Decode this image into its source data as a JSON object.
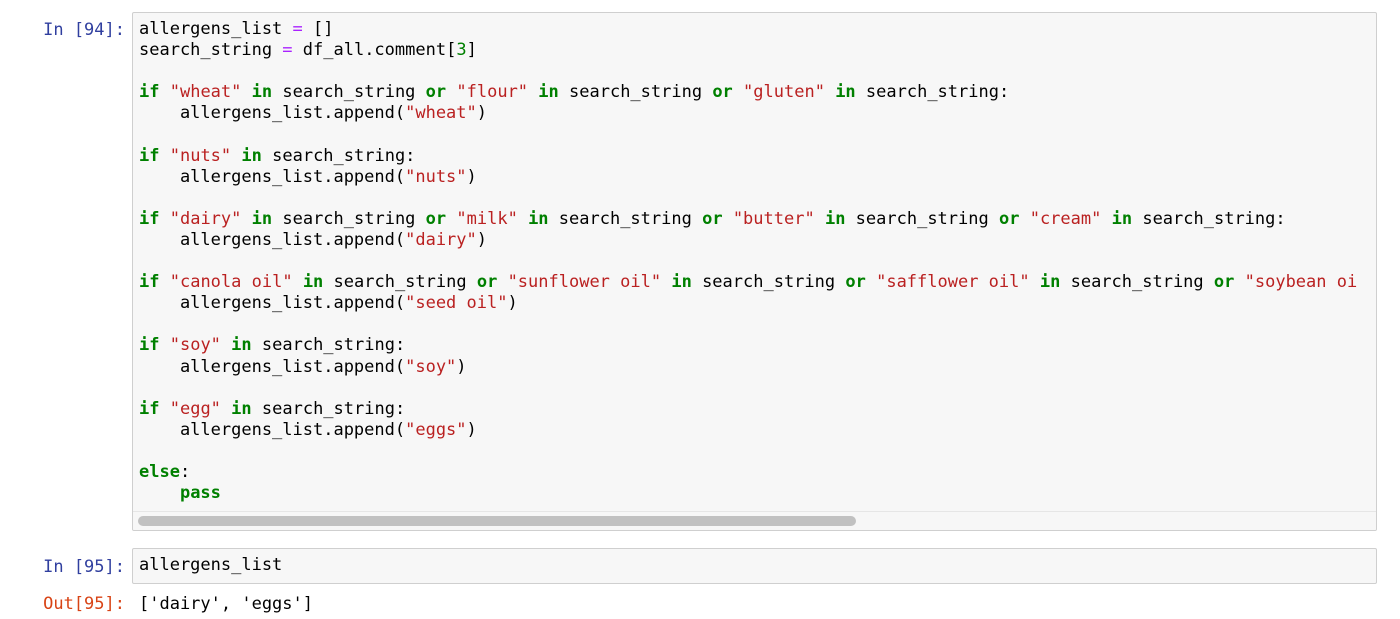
{
  "cell94": {
    "prompt": "In [94]:",
    "lines": [
      [
        {
          "t": "allergens_list "
        },
        {
          "t": "=",
          "c": "op"
        },
        {
          "t": " []"
        }
      ],
      [
        {
          "t": "search_string "
        },
        {
          "t": "=",
          "c": "op"
        },
        {
          "t": " df_all.comment["
        },
        {
          "t": "3",
          "c": "num"
        },
        {
          "t": "]"
        }
      ],
      [],
      [
        {
          "t": "if",
          "c": "kw"
        },
        {
          "t": " "
        },
        {
          "t": "\"wheat\"",
          "c": "str"
        },
        {
          "t": " "
        },
        {
          "t": "in",
          "c": "kw"
        },
        {
          "t": " search_string "
        },
        {
          "t": "or",
          "c": "kw"
        },
        {
          "t": " "
        },
        {
          "t": "\"flour\"",
          "c": "str"
        },
        {
          "t": " "
        },
        {
          "t": "in",
          "c": "kw"
        },
        {
          "t": " search_string "
        },
        {
          "t": "or",
          "c": "kw"
        },
        {
          "t": " "
        },
        {
          "t": "\"gluten\"",
          "c": "str"
        },
        {
          "t": " "
        },
        {
          "t": "in",
          "c": "kw"
        },
        {
          "t": " search_string:"
        }
      ],
      [
        {
          "t": "    allergens_list.append("
        },
        {
          "t": "\"wheat\"",
          "c": "str"
        },
        {
          "t": ")"
        }
      ],
      [],
      [
        {
          "t": "if",
          "c": "kw"
        },
        {
          "t": " "
        },
        {
          "t": "\"nuts\"",
          "c": "str"
        },
        {
          "t": " "
        },
        {
          "t": "in",
          "c": "kw"
        },
        {
          "t": " search_string:"
        }
      ],
      [
        {
          "t": "    allergens_list.append("
        },
        {
          "t": "\"nuts\"",
          "c": "str"
        },
        {
          "t": ")"
        }
      ],
      [],
      [
        {
          "t": "if",
          "c": "kw"
        },
        {
          "t": " "
        },
        {
          "t": "\"dairy\"",
          "c": "str"
        },
        {
          "t": " "
        },
        {
          "t": "in",
          "c": "kw"
        },
        {
          "t": " search_string "
        },
        {
          "t": "or",
          "c": "kw"
        },
        {
          "t": " "
        },
        {
          "t": "\"milk\"",
          "c": "str"
        },
        {
          "t": " "
        },
        {
          "t": "in",
          "c": "kw"
        },
        {
          "t": " search_string "
        },
        {
          "t": "or",
          "c": "kw"
        },
        {
          "t": " "
        },
        {
          "t": "\"butter\"",
          "c": "str"
        },
        {
          "t": " "
        },
        {
          "t": "in",
          "c": "kw"
        },
        {
          "t": " search_string "
        },
        {
          "t": "or",
          "c": "kw"
        },
        {
          "t": " "
        },
        {
          "t": "\"cream\"",
          "c": "str"
        },
        {
          "t": " "
        },
        {
          "t": "in",
          "c": "kw"
        },
        {
          "t": " search_string:"
        }
      ],
      [
        {
          "t": "    allergens_list.append("
        },
        {
          "t": "\"dairy\"",
          "c": "str"
        },
        {
          "t": ")"
        }
      ],
      [],
      [
        {
          "t": "if",
          "c": "kw"
        },
        {
          "t": " "
        },
        {
          "t": "\"canola oil\"",
          "c": "str"
        },
        {
          "t": " "
        },
        {
          "t": "in",
          "c": "kw"
        },
        {
          "t": " search_string "
        },
        {
          "t": "or",
          "c": "kw"
        },
        {
          "t": " "
        },
        {
          "t": "\"sunflower oil\"",
          "c": "str"
        },
        {
          "t": " "
        },
        {
          "t": "in",
          "c": "kw"
        },
        {
          "t": " search_string "
        },
        {
          "t": "or",
          "c": "kw"
        },
        {
          "t": " "
        },
        {
          "t": "\"safflower oil\"",
          "c": "str"
        },
        {
          "t": " "
        },
        {
          "t": "in",
          "c": "kw"
        },
        {
          "t": " search_string "
        },
        {
          "t": "or",
          "c": "kw"
        },
        {
          "t": " "
        },
        {
          "t": "\"soybean oi",
          "c": "str"
        }
      ],
      [
        {
          "t": "    allergens_list.append("
        },
        {
          "t": "\"seed oil\"",
          "c": "str"
        },
        {
          "t": ")"
        }
      ],
      [],
      [
        {
          "t": "if",
          "c": "kw"
        },
        {
          "t": " "
        },
        {
          "t": "\"soy\"",
          "c": "str"
        },
        {
          "t": " "
        },
        {
          "t": "in",
          "c": "kw"
        },
        {
          "t": " search_string:"
        }
      ],
      [
        {
          "t": "    allergens_list.append("
        },
        {
          "t": "\"soy\"",
          "c": "str"
        },
        {
          "t": ")"
        }
      ],
      [],
      [
        {
          "t": "if",
          "c": "kw"
        },
        {
          "t": " "
        },
        {
          "t": "\"egg\"",
          "c": "str"
        },
        {
          "t": " "
        },
        {
          "t": "in",
          "c": "kw"
        },
        {
          "t": " search_string:"
        }
      ],
      [
        {
          "t": "    allergens_list.append("
        },
        {
          "t": "\"eggs\"",
          "c": "str"
        },
        {
          "t": ")"
        }
      ],
      [],
      [
        {
          "t": "else",
          "c": "kw"
        },
        {
          "t": ":"
        }
      ],
      [
        {
          "t": "    "
        },
        {
          "t": "pass",
          "c": "kw"
        }
      ]
    ]
  },
  "cell95": {
    "prompt": "In [95]:",
    "lines": [
      [
        {
          "t": "allergens_list"
        }
      ]
    ]
  },
  "out95": {
    "prompt": "Out[95]:",
    "text": "['dairy', 'eggs']"
  },
  "colors": {
    "keyword": "#008000",
    "string": "#ba2121",
    "operator": "#aa22ff",
    "in_prompt": "#303f9f",
    "out_prompt": "#d84315"
  }
}
